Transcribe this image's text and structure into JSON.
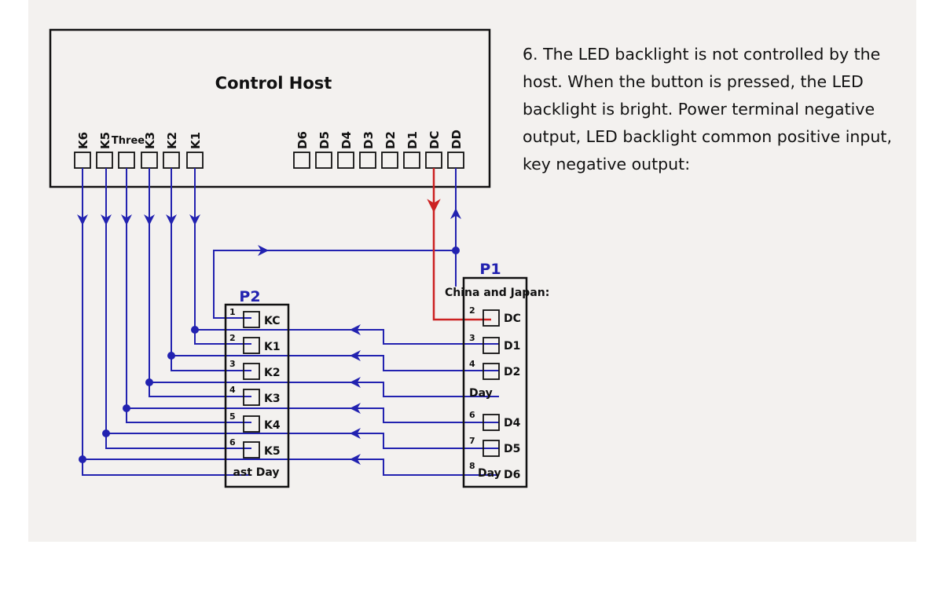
{
  "host": {
    "title": "Control Host",
    "k_pins": [
      "K6",
      "K5",
      "Three",
      "K3",
      "K2",
      "K1"
    ],
    "d_pins": [
      "D6",
      "D5",
      "D4",
      "D3",
      "D2",
      "D1",
      "DC",
      "DD"
    ]
  },
  "p2": {
    "label": "P2",
    "pins": [
      {
        "num": "1",
        "name": "KC"
      },
      {
        "num": "2",
        "name": "K1"
      },
      {
        "num": "3",
        "name": "K2"
      },
      {
        "num": "4",
        "name": "K3"
      },
      {
        "num": "5",
        "name": "K4"
      },
      {
        "num": "6",
        "name": "K5"
      }
    ],
    "footer": "ast Day"
  },
  "p1": {
    "label": "P1",
    "caption": "China and Japan:",
    "pins": [
      {
        "num": "2",
        "name": "DC"
      },
      {
        "num": "3",
        "name": "D1"
      },
      {
        "num": "4",
        "name": "D2"
      },
      {
        "num": "",
        "name": "Day"
      },
      {
        "num": "6",
        "name": "D4"
      },
      {
        "num": "7",
        "name": "D5"
      },
      {
        "num": "8",
        "name": "D6",
        "extra": "Day"
      }
    ]
  },
  "colors": {
    "signal": "#2222b0",
    "power": "#cc2222",
    "background": "#f3f1ef"
  },
  "description": "6. The LED backlight is not controlled by the host. When the button is pressed, the LED backlight is bright. Power terminal negative output, LED backlight common positive input, key negative output:"
}
